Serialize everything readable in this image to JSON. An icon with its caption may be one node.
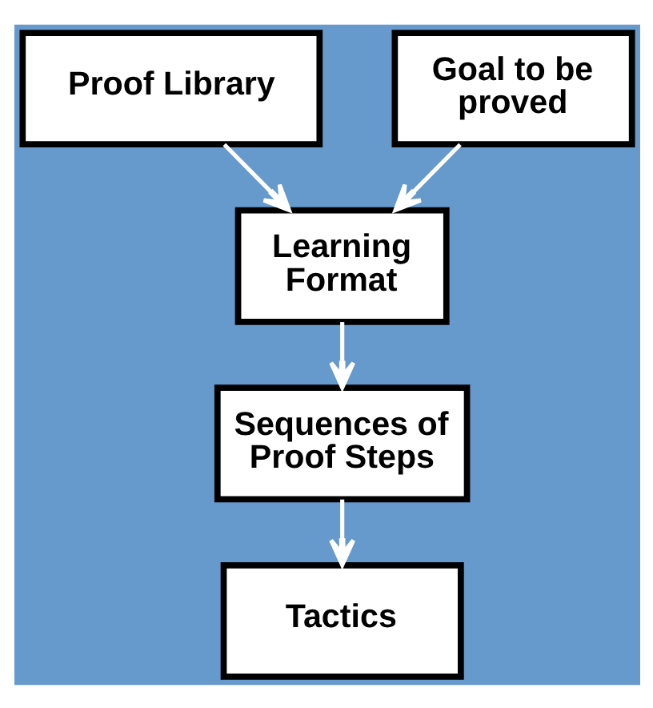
{
  "diagram": {
    "nodes": [
      {
        "text": [
          "Proof Library"
        ]
      },
      {
        "text": [
          "Goal to be proved"
        ]
      },
      {
        "text": [
          "Learning Format"
        ]
      },
      {
        "text": [
          "Sequences of Proof Steps"
        ]
      },
      {
        "text": [
          "Tactics"
        ]
      }
    ],
    "edges": [
      {
        "from": 0,
        "to": 2,
        "arrow": "to"
      },
      {
        "from": 1,
        "to": 2,
        "arrow": "to"
      },
      {
        "from": 2,
        "to": 3,
        "arrow": "to"
      },
      {
        "from": 3,
        "to": 4,
        "arrow": "to"
      }
    ]
  }
}
